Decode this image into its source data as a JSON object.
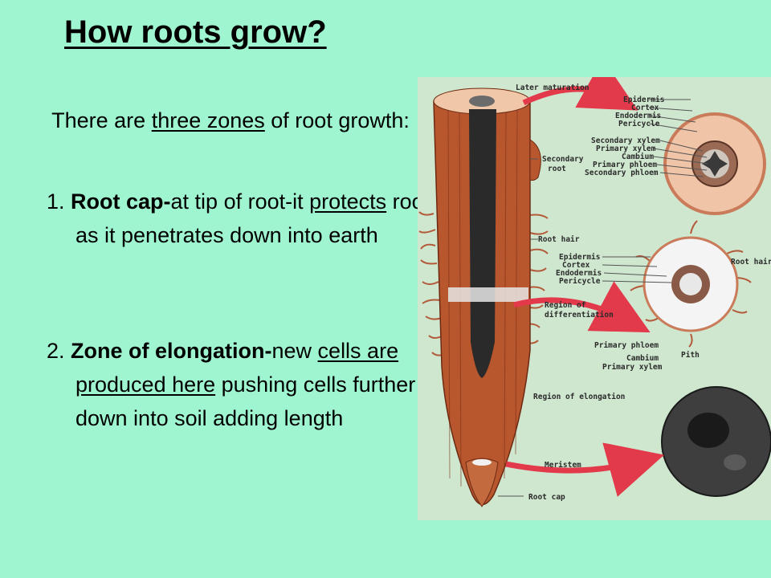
{
  "title": "How roots grow?",
  "intro": {
    "before": "There are ",
    "underlined": "three zones",
    "after": " of root growth:"
  },
  "items": [
    {
      "number": "1. ",
      "term": "Root cap-",
      "text_a": "at tip of root-it ",
      "underlined": "protects",
      "text_b": " root as it penetrates down into earth"
    },
    {
      "number": "2. ",
      "term": "Zone of elongation-",
      "text_a": "new ",
      "underlined": "cells are produced here",
      "text_b": " pushing cells further down into soil adding length"
    }
  ],
  "figure": {
    "labels": {
      "later_maturation": "Later maturation",
      "epidermis": "Epidermis",
      "cortex": "Cortex",
      "endodermis": "Endodermis",
      "pericycle": "Pericycle",
      "secondary_xylem": "Secondary xylem",
      "primary_xylem": "Primary xylem",
      "cambium": "Cambium",
      "primary_phloem": "Primary phloem",
      "secondary_phloem": "Secondary phloem",
      "secondary_root_1": "Secondary",
      "secondary_root_2": "root",
      "root_hair": "Root hair",
      "root_hair_right": "Root hair",
      "epidermis_2": "Epidermis",
      "cortex_2": "Cortex",
      "endodermis_2": "Endodermis",
      "pericycle_2": "Pericycle",
      "region_of_1": "Region of",
      "differentiation": "differentiation",
      "primary_phloem_2": "Primary phloem",
      "pith": "Pith",
      "cambium_2": "Cambium",
      "primary_xylem_2": "Primary xylem",
      "region_of_elongation": "Region of elongation",
      "meristem": "Meristem",
      "root_cap": "Root cap"
    }
  }
}
